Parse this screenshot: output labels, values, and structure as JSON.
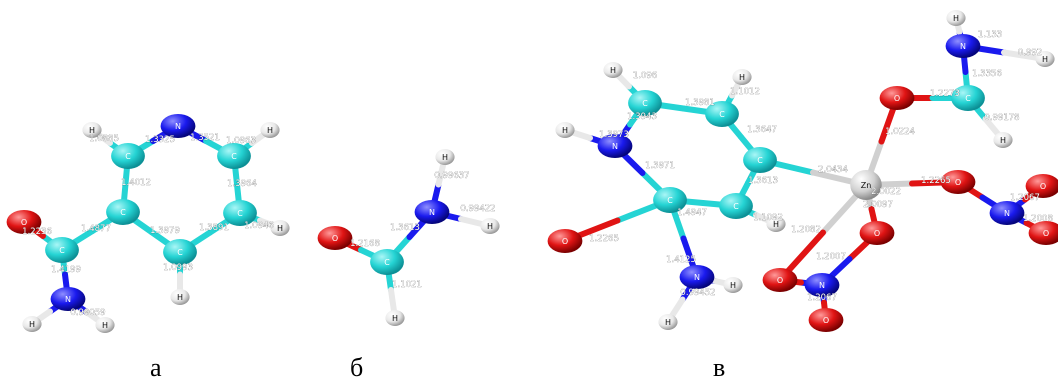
{
  "colors": {
    "carbon": "#25d4d4",
    "nitrogen": "#1a1aee",
    "oxygen": "#e01414",
    "hydrogen": "#e8e8e8",
    "zinc": "#d0d0d0",
    "bond_label": "#ffffff"
  },
  "captions": {
    "a": "а",
    "b": "б",
    "c": "в"
  },
  "molecule_a": {
    "atoms": [
      {
        "el": "N",
        "label": "N"
      },
      {
        "el": "C",
        "label": "C"
      },
      {
        "el": "C",
        "label": "C"
      },
      {
        "el": "C",
        "label": "C"
      },
      {
        "el": "C",
        "label": "C"
      },
      {
        "el": "C",
        "label": "C"
      },
      {
        "el": "C",
        "label": "C"
      },
      {
        "el": "O",
        "label": "O"
      },
      {
        "el": "N",
        "label": "N"
      },
      {
        "el": "H",
        "label": "H"
      },
      {
        "el": "H",
        "label": "H"
      },
      {
        "el": "H",
        "label": "H"
      },
      {
        "el": "H",
        "label": "H"
      },
      {
        "el": "H",
        "label": "H"
      },
      {
        "el": "H",
        "label": "H"
      }
    ],
    "bond_labels": [
      "1.3325",
      "1.3521",
      "1.3964",
      "1.3891",
      "1.3979",
      "1.4012",
      "1.0885",
      "1.0963",
      "1.0946",
      "1.0993",
      "1.4877",
      "1.2236",
      "1.4199",
      "0.99059"
    ]
  },
  "molecule_b": {
    "atoms": [
      {
        "el": "O",
        "label": "O"
      },
      {
        "el": "C",
        "label": "C"
      },
      {
        "el": "N",
        "label": "N"
      },
      {
        "el": "H",
        "label": "H"
      },
      {
        "el": "H",
        "label": "H"
      },
      {
        "el": "H",
        "label": "H"
      }
    ],
    "bond_labels": [
      "1.2168",
      "1.3613",
      "1.1021",
      "0.99637",
      "0.99422"
    ]
  },
  "molecule_c": {
    "atoms": [
      {
        "el": "C",
        "label": "C"
      },
      {
        "el": "C",
        "label": "C"
      },
      {
        "el": "C",
        "label": "C"
      },
      {
        "el": "C",
        "label": "C"
      },
      {
        "el": "C",
        "label": "C"
      },
      {
        "el": "N",
        "label": "N"
      },
      {
        "el": "O",
        "label": "O"
      },
      {
        "el": "N",
        "label": "N"
      },
      {
        "el": "H",
        "label": "H"
      },
      {
        "el": "H",
        "label": "H"
      },
      {
        "el": "H",
        "label": "H"
      },
      {
        "el": "H",
        "label": "H"
      },
      {
        "el": "H",
        "label": "H"
      },
      {
        "el": "H",
        "label": "H"
      },
      {
        "el": "Zn",
        "label": "Zn"
      },
      {
        "el": "O",
        "label": "O"
      },
      {
        "el": "C",
        "label": "C"
      },
      {
        "el": "N",
        "label": "N"
      },
      {
        "el": "H",
        "label": "H"
      },
      {
        "el": "H",
        "label": "H"
      },
      {
        "el": "H",
        "label": "H"
      },
      {
        "el": "O",
        "label": "O"
      },
      {
        "el": "N",
        "label": "N"
      },
      {
        "el": "O",
        "label": "O"
      },
      {
        "el": "O",
        "label": "O"
      },
      {
        "el": "O",
        "label": "O"
      },
      {
        "el": "N",
        "label": "N"
      },
      {
        "el": "O",
        "label": "O"
      },
      {
        "el": "O",
        "label": "O"
      }
    ],
    "bond_labels": [
      "1.096",
      "1.3981",
      "1.1012",
      "1.3647",
      "1.3613",
      "1.3943",
      "1.3971",
      "1.3973",
      "1.4947",
      "1.1092",
      "1.2265",
      "1.4125",
      "0.99452",
      "1.0224",
      "2.0434",
      "2.0022",
      "1.2273",
      "1.3356",
      "1.133",
      "0.992",
      "0.99178",
      "1.2265",
      "1.2067",
      "2.0097",
      "1.2082",
      "1.2007",
      "1.2067",
      "1.2008"
    ]
  }
}
